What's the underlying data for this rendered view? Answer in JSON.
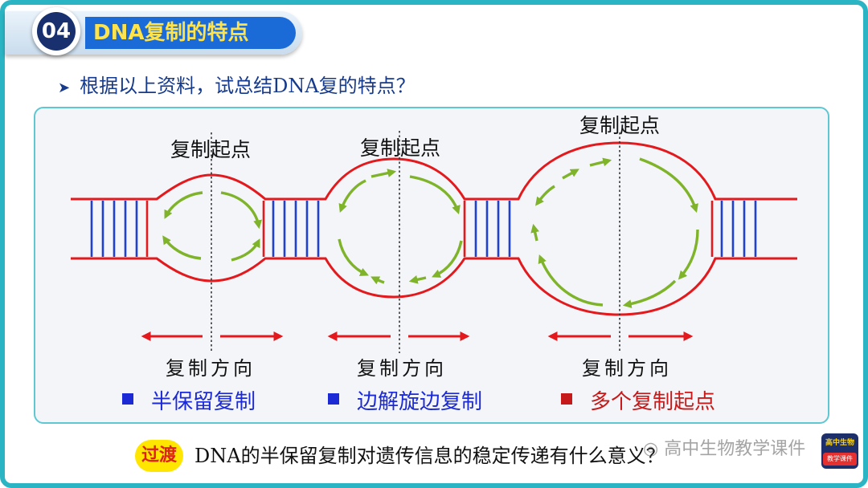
{
  "header": {
    "number": "04",
    "title": "DNA复制的特点"
  },
  "question": {
    "bullet": "➤",
    "text": "根据以上资料，试总结DNA复的特点？"
  },
  "origin_labels": [
    "复制起点",
    "复制起点",
    "复制起点"
  ],
  "direction_labels": [
    "复制方向",
    "复制方向",
    "复制方向"
  ],
  "features": [
    {
      "label": "半保留复制",
      "color": "#1c2ad6"
    },
    {
      "label": "边解旋边复制",
      "color": "#1c2ad6"
    },
    {
      "label": "多个复制起点",
      "color": "#c61a1a"
    }
  ],
  "footer": {
    "badge": "过渡",
    "text": "DNA的半保留复制对遗传信息的稳定传递有什么意义？"
  },
  "watermark": {
    "text": "高中生物教学课件",
    "logo_top": "高中生物",
    "logo_bottom": "教学课件"
  },
  "colors": {
    "strand": "#e3191d",
    "rung": "#2040d0",
    "new_strand": "#7fb32a",
    "accent": "#1a6ad8",
    "frame": "#2bb5c4"
  },
  "icons": {
    "bullet": "arrow-bullet-icon",
    "legend_square": "square-icon",
    "watermark": "wechat-icon"
  }
}
